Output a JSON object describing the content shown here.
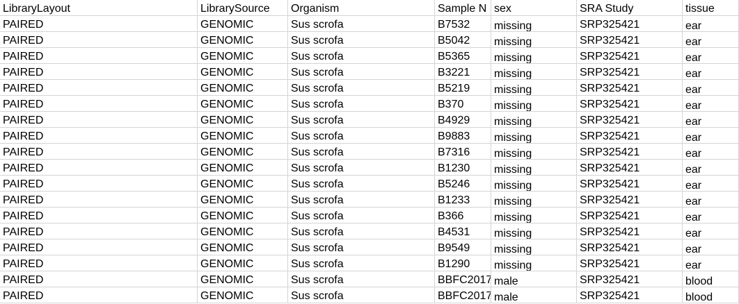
{
  "sheet": {
    "headers": [
      "LibraryLayout",
      "LibrarySource",
      "Organism",
      "Sample N",
      "sex",
      "SRA Study",
      "tissue"
    ],
    "rows": [
      [
        "PAIRED",
        "GENOMIC",
        "Sus scrofa",
        "B7532",
        "missing",
        "SRP325421",
        "ear"
      ],
      [
        "PAIRED",
        "GENOMIC",
        "Sus scrofa",
        "B5042",
        "missing",
        "SRP325421",
        "ear"
      ],
      [
        "PAIRED",
        "GENOMIC",
        "Sus scrofa",
        "B5365",
        "missing",
        "SRP325421",
        "ear"
      ],
      [
        "PAIRED",
        "GENOMIC",
        "Sus scrofa",
        "B3221",
        "missing",
        "SRP325421",
        "ear"
      ],
      [
        "PAIRED",
        "GENOMIC",
        "Sus scrofa",
        "B5219",
        "missing",
        "SRP325421",
        "ear"
      ],
      [
        "PAIRED",
        "GENOMIC",
        "Sus scrofa",
        "B370",
        "missing",
        "SRP325421",
        "ear"
      ],
      [
        "PAIRED",
        "GENOMIC",
        "Sus scrofa",
        "B4929",
        "missing",
        "SRP325421",
        "ear"
      ],
      [
        "PAIRED",
        "GENOMIC",
        "Sus scrofa",
        "B9883",
        "missing",
        "SRP325421",
        "ear"
      ],
      [
        "PAIRED",
        "GENOMIC",
        "Sus scrofa",
        "B7316",
        "missing",
        "SRP325421",
        "ear"
      ],
      [
        "PAIRED",
        "GENOMIC",
        "Sus scrofa",
        "B1230",
        "missing",
        "SRP325421",
        "ear"
      ],
      [
        "PAIRED",
        "GENOMIC",
        "Sus scrofa",
        "B5246",
        "missing",
        "SRP325421",
        "ear"
      ],
      [
        "PAIRED",
        "GENOMIC",
        "Sus scrofa",
        "B1233",
        "missing",
        "SRP325421",
        "ear"
      ],
      [
        "PAIRED",
        "GENOMIC",
        "Sus scrofa",
        "B366",
        "missing",
        "SRP325421",
        "ear"
      ],
      [
        "PAIRED",
        "GENOMIC",
        "Sus scrofa",
        "B4531",
        "missing",
        "SRP325421",
        "ear"
      ],
      [
        "PAIRED",
        "GENOMIC",
        "Sus scrofa",
        "B9549",
        "missing",
        "SRP325421",
        "ear"
      ],
      [
        "PAIRED",
        "GENOMIC",
        "Sus scrofa",
        "B1290",
        "missing",
        "SRP325421",
        "ear"
      ],
      [
        "PAIRED",
        "GENOMIC",
        "Sus scrofa",
        "BBFC2017",
        "male",
        "SRP325421",
        "blood"
      ],
      [
        "PAIRED",
        "GENOMIC",
        "Sus scrofa",
        "BBFC2017",
        "male",
        "SRP325421",
        "blood"
      ]
    ]
  }
}
